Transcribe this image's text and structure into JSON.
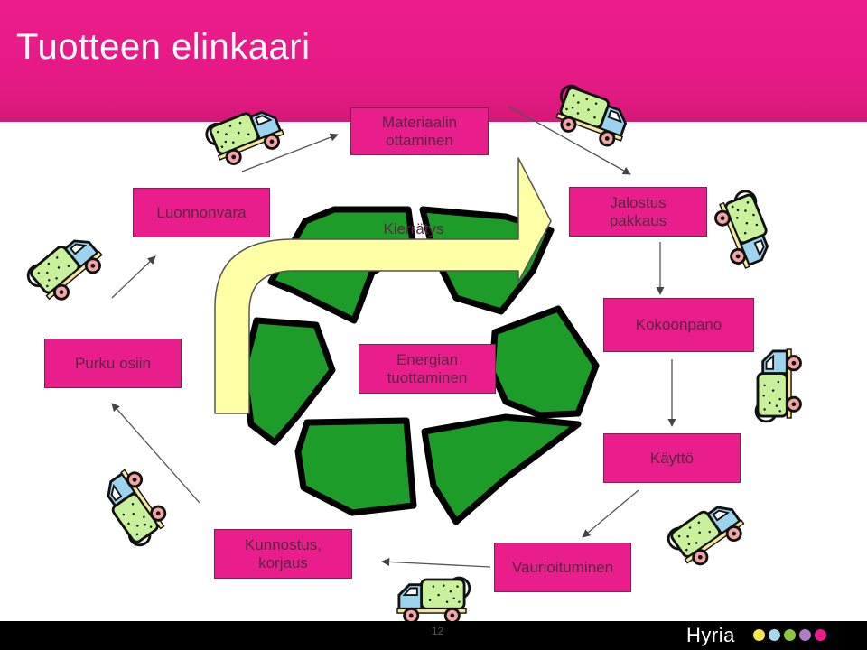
{
  "slide": {
    "title": "Tuotteen elinkaari",
    "page_number": "12"
  },
  "stages": {
    "materiaalin": "Materiaalin ottaminen",
    "luonnonvara": "Luonnonvara",
    "jalostus": "Jalostus pakkaus",
    "kokoonpano": "Kokoonpano",
    "purku": "Purku osiin",
    "energia": "Energian tuottaminen",
    "kaytto": "Käyttö",
    "kunnostus": "Kunnostus, korjaus",
    "vaurioituminen": "Vaurioituminen"
  },
  "recycling_label": "Kierrätys",
  "brand": {
    "name": "Hyria",
    "dot_colors": [
      "#f5e84a",
      "#a8d8f0",
      "#8ec63f",
      "#b07cc6",
      "#ec1c8c"
    ]
  },
  "colors": {
    "header": "#e91e8c",
    "box_fill": "#e91e8c",
    "recycle_green": "#1e9c2a",
    "arrow_yellow": "#ffffa6"
  },
  "icons": [
    "truck-icon",
    "recycle-symbol-icon",
    "arrow-icon"
  ]
}
